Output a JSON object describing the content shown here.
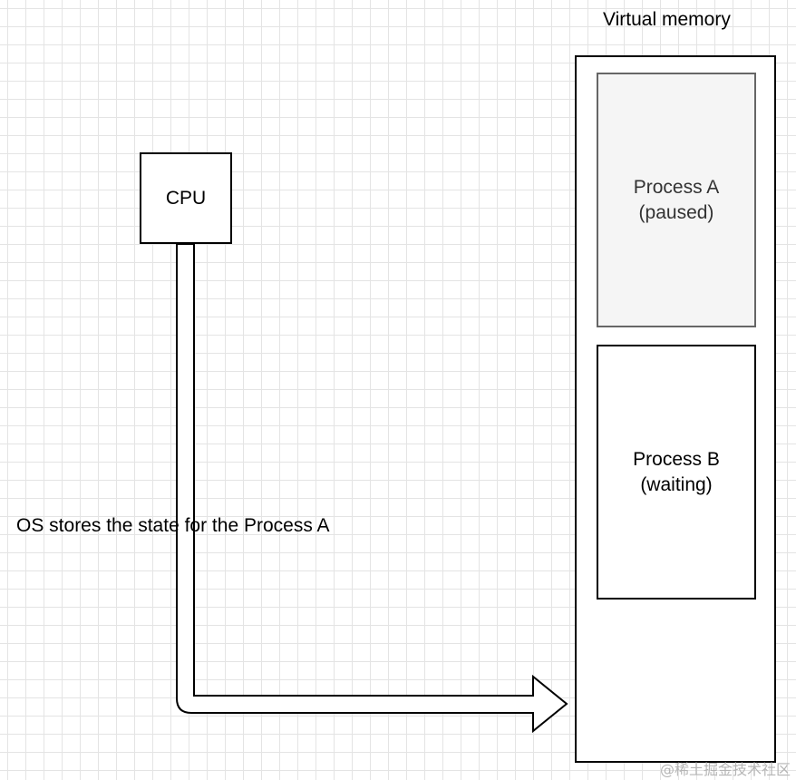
{
  "vm": {
    "title": "Virtual memory"
  },
  "cpu": {
    "label": "CPU"
  },
  "process_a": {
    "name": "Process A",
    "state": "(paused)",
    "fill": "#f5f5f5",
    "border": "#666666",
    "text_color": "#333333"
  },
  "process_b": {
    "name": "Process B",
    "state": "(waiting)"
  },
  "arrow": {
    "label": "OS stores the state for the Process A"
  },
  "watermark": {
    "text": "@稀土掘金技术社区"
  }
}
